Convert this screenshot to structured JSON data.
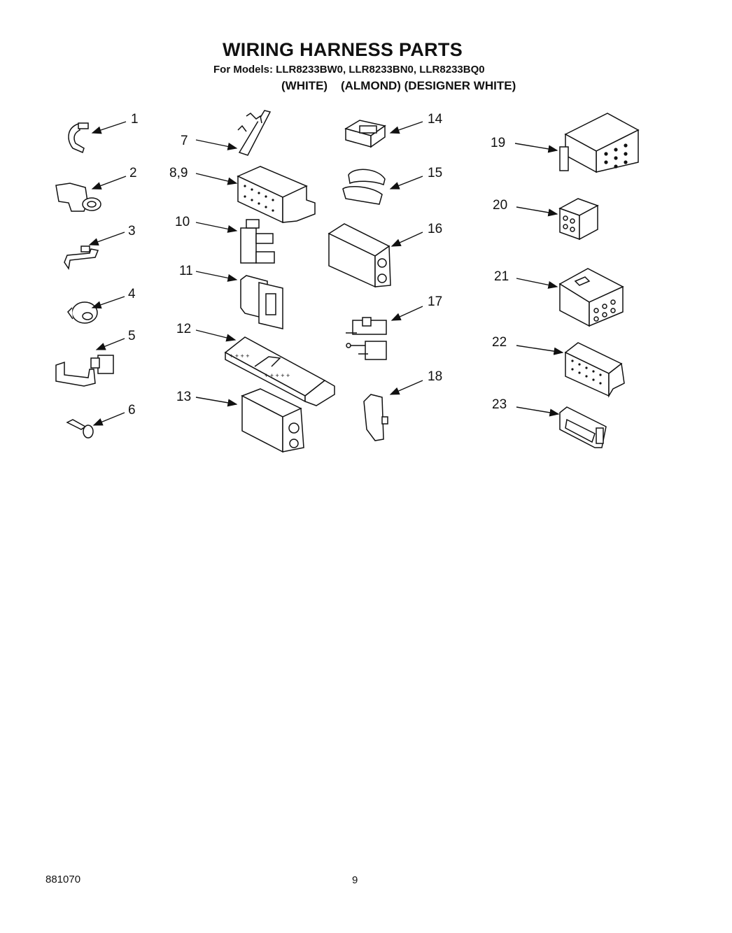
{
  "header": {
    "title": "WIRING HARNESS PARTS",
    "models": "For Models: LLR8233BW0, LLR8233BN0, LLR8233BQ0",
    "variants": "(WHITE)    (ALMOND) (DESIGNER WHITE)"
  },
  "callouts": [
    "1",
    "2",
    "3",
    "4",
    "5",
    "6",
    "7",
    "8,9",
    "10",
    "11",
    "12",
    "13",
    "14",
    "15",
    "16",
    "17",
    "18",
    "19",
    "20",
    "21",
    "22",
    "23"
  ],
  "footer": {
    "code": "881070",
    "page": "9"
  }
}
